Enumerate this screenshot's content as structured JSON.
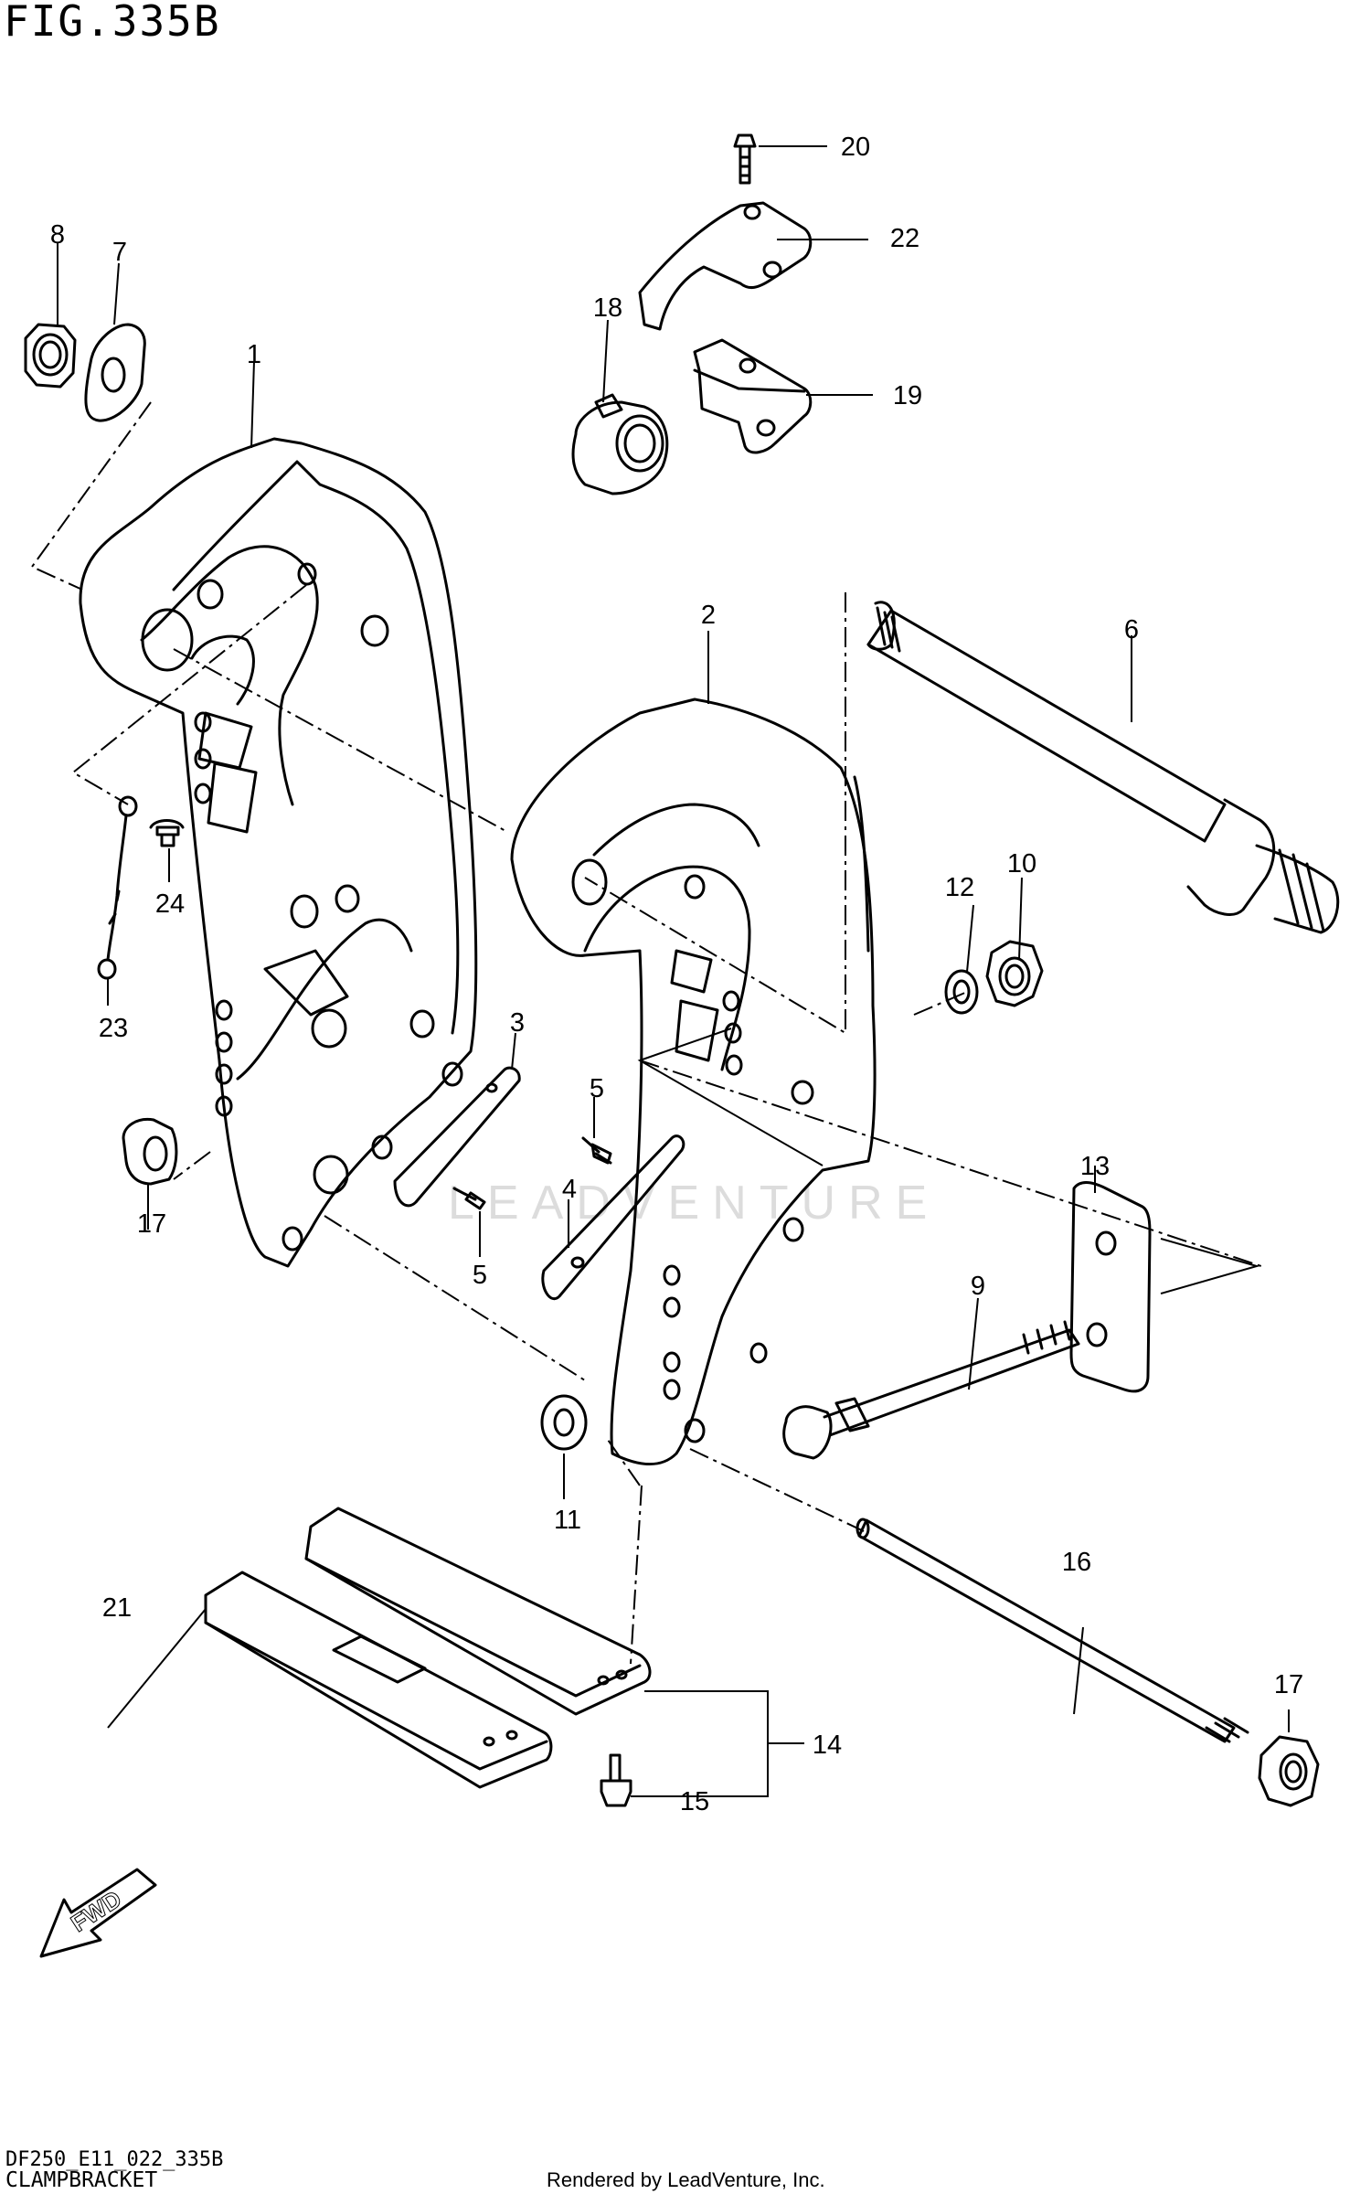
{
  "figure": {
    "title": "FIG.335B",
    "code": "DF250_E11_022_335B",
    "name": "CLAMPBRACKET",
    "rendered_by": "Rendered by LeadVenture, Inc.",
    "watermark": "LEADVENTURE",
    "fwd_label": "FWD"
  },
  "callouts": [
    "1",
    "2",
    "3",
    "4",
    "5",
    "5",
    "6",
    "7",
    "8",
    "9",
    "10",
    "11",
    "12",
    "13",
    "14",
    "15",
    "16",
    "17",
    "17",
    "18",
    "19",
    "20",
    "21",
    "22",
    "23",
    "24"
  ]
}
